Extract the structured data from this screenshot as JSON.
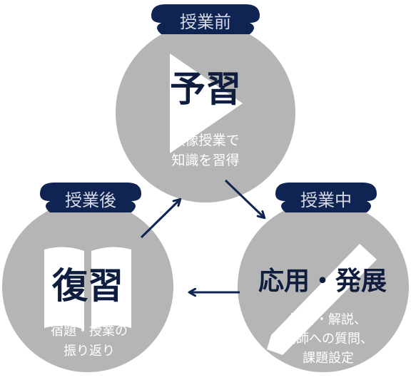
{
  "stages": {
    "before": {
      "badge": "授業前",
      "title": "予習",
      "description": [
        "映像授業で",
        "知識を習得"
      ],
      "icon": "play-icon"
    },
    "during": {
      "badge": "授業中",
      "title": "応用・発展",
      "description": [
        "演習・解説、",
        "講師への質問、",
        "課題設定"
      ],
      "icon": "pencil-icon"
    },
    "after": {
      "badge": "授業後",
      "title": "復習",
      "description": [
        "宿題・授業の",
        "振り返り"
      ],
      "icon": "book-icon"
    }
  },
  "colors": {
    "circle": "#b5b5b5",
    "badge": "#0f2452",
    "title": "#0f1d3f",
    "arrow": "#0f2452",
    "description": "#ffffff"
  }
}
